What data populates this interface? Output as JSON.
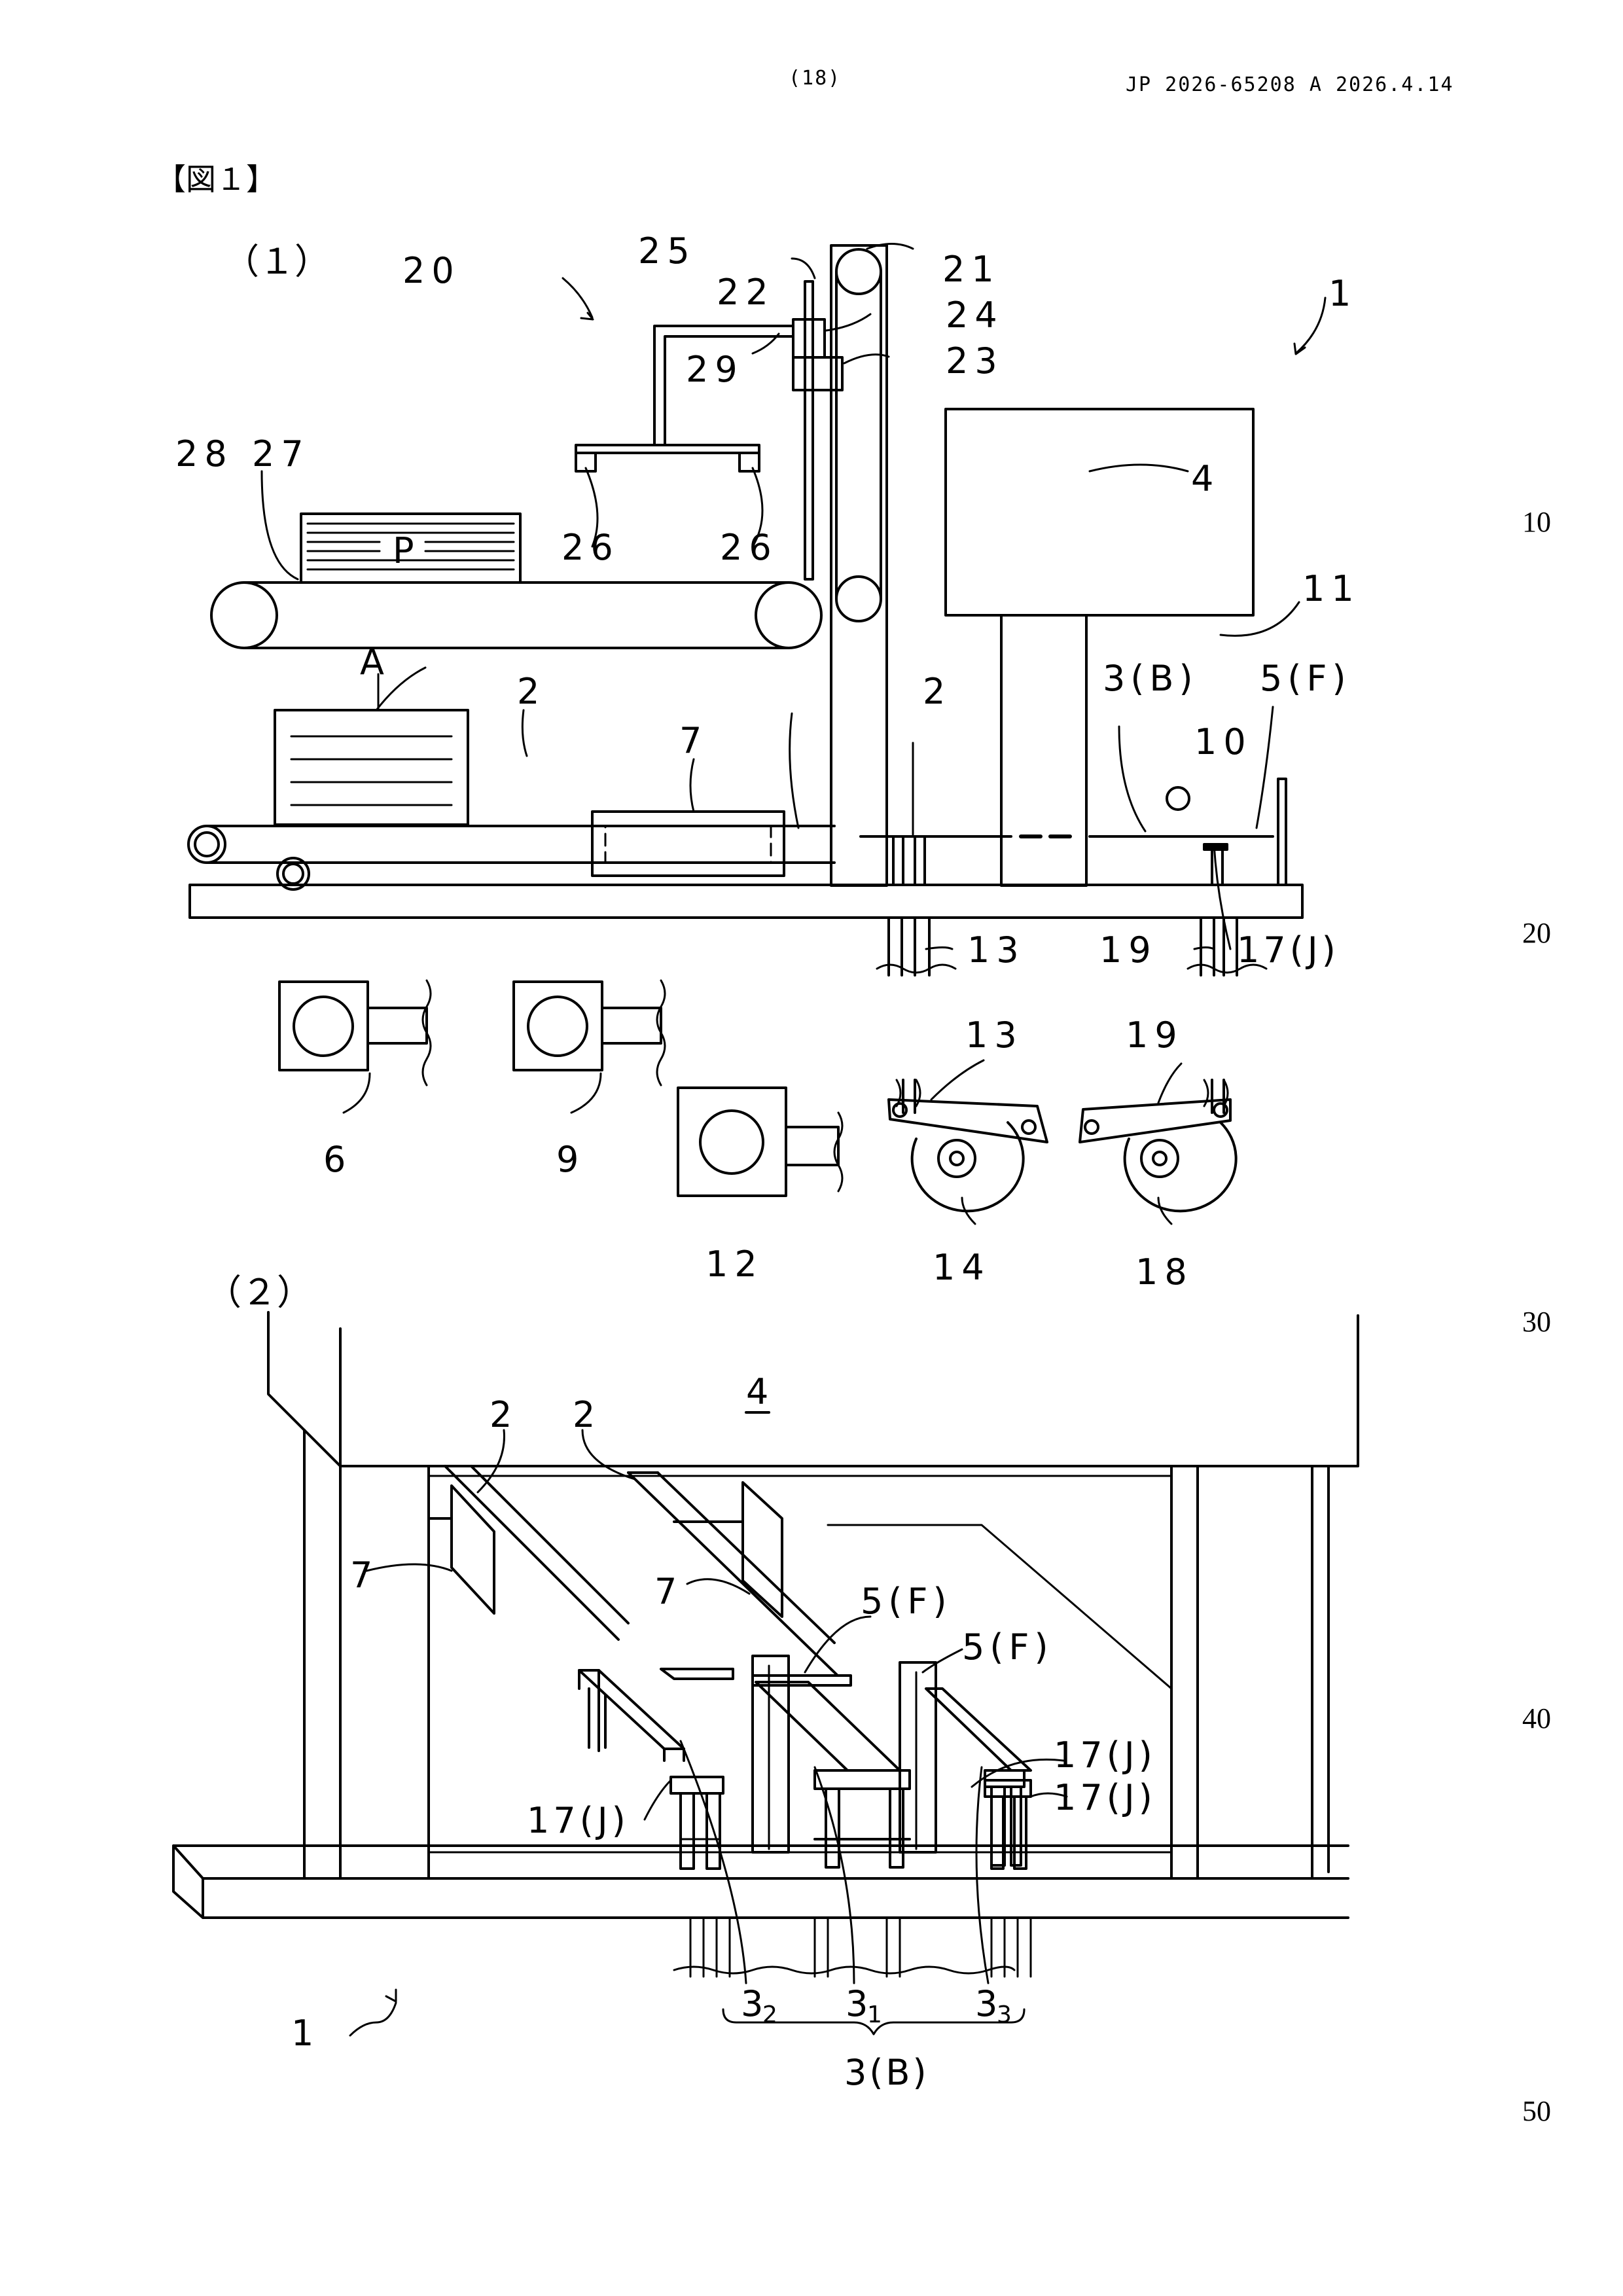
{
  "header": {
    "page_no": "(18)",
    "pub_no": "JP  2026-65208  A  2026.4.14"
  },
  "figure_title": "【図１】",
  "line_numbers": [
    "10",
    "20",
    "30",
    "40",
    "50"
  ],
  "subfig_labels": [
    "（１）",
    "（２）"
  ],
  "ref_labels": {
    "r1": "1",
    "r2": "2",
    "r3B": "3(B)",
    "r4": "4",
    "r5F": "5(F)",
    "r6": "6",
    "r7": "7",
    "r9": "9",
    "r10": "10",
    "r11": "11",
    "r12": "12",
    "r13": "13",
    "r14": "14",
    "r17J": "17(J)",
    "r18": "18",
    "r19": "19",
    "r20": "20",
    "r21": "21",
    "r22": "22",
    "r23": "23",
    "r24": "24",
    "r25": "25",
    "r26": "26",
    "r27": "27",
    "r28": "28",
    "r29": "29",
    "A": "A",
    "P": "P",
    "sub1": "1",
    "sub2": "2",
    "sub3": "3",
    "sub_base": "3"
  }
}
